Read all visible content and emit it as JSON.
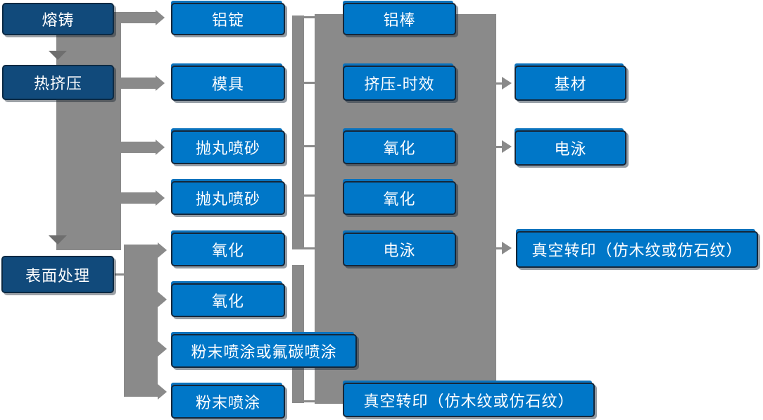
{
  "diagram": {
    "type": "process-flowchart",
    "language": "zh-CN",
    "colors": {
      "stage_box": "#114a7b",
      "step_box": "#0077c8",
      "box_border": "#15273a",
      "connector_gray": "#8a8a8a",
      "down_arrow_gray": "#6e6e6e",
      "text": "#ffffff",
      "background": "#ffffff"
    },
    "columns": {
      "stages": [
        "熔铸",
        "热挤压",
        "表面处理"
      ],
      "prep": [
        "铝锭",
        "模具",
        "抛丸喷砂",
        "抛丸喷砂",
        "氧化",
        "氧化",
        "粉末喷涂或氟碳喷涂",
        "粉末喷涂"
      ],
      "process": [
        "铝棒",
        "挤压-时效",
        "氧化",
        "氧化",
        "电泳",
        "真空转印（仿木纹或仿石纹）"
      ],
      "products": [
        "基材",
        "电泳",
        "真空转印（仿木纹或仿石纹）"
      ]
    },
    "flow_edges": [
      {
        "from": "熔铸",
        "to": "热挤压"
      },
      {
        "from": "热挤压",
        "to": "表面处理"
      },
      {
        "from": "熔铸/热挤压",
        "to": "铝锭"
      },
      {
        "from": "熔铸/热挤压",
        "to": "模具"
      },
      {
        "from": "熔铸/热挤压",
        "to": "抛丸喷砂"
      },
      {
        "from": "熔铸/热挤压",
        "to": "抛丸喷砂"
      },
      {
        "from": "表面处理",
        "to": "氧化"
      },
      {
        "from": "表面处理",
        "to": "氧化"
      },
      {
        "from": "表面处理",
        "to": "粉末喷涂或氟碳喷涂"
      },
      {
        "from": "表面处理",
        "to": "粉末喷涂"
      },
      {
        "from": "挤压-时效",
        "to": "基材"
      },
      {
        "from": "氧化",
        "to": "电泳"
      },
      {
        "from": "电泳",
        "to": "真空转印（仿木纹或仿石纹）"
      },
      {
        "from": "粉末喷涂",
        "to": "真空转印（仿木纹或仿石纹）"
      }
    ]
  }
}
